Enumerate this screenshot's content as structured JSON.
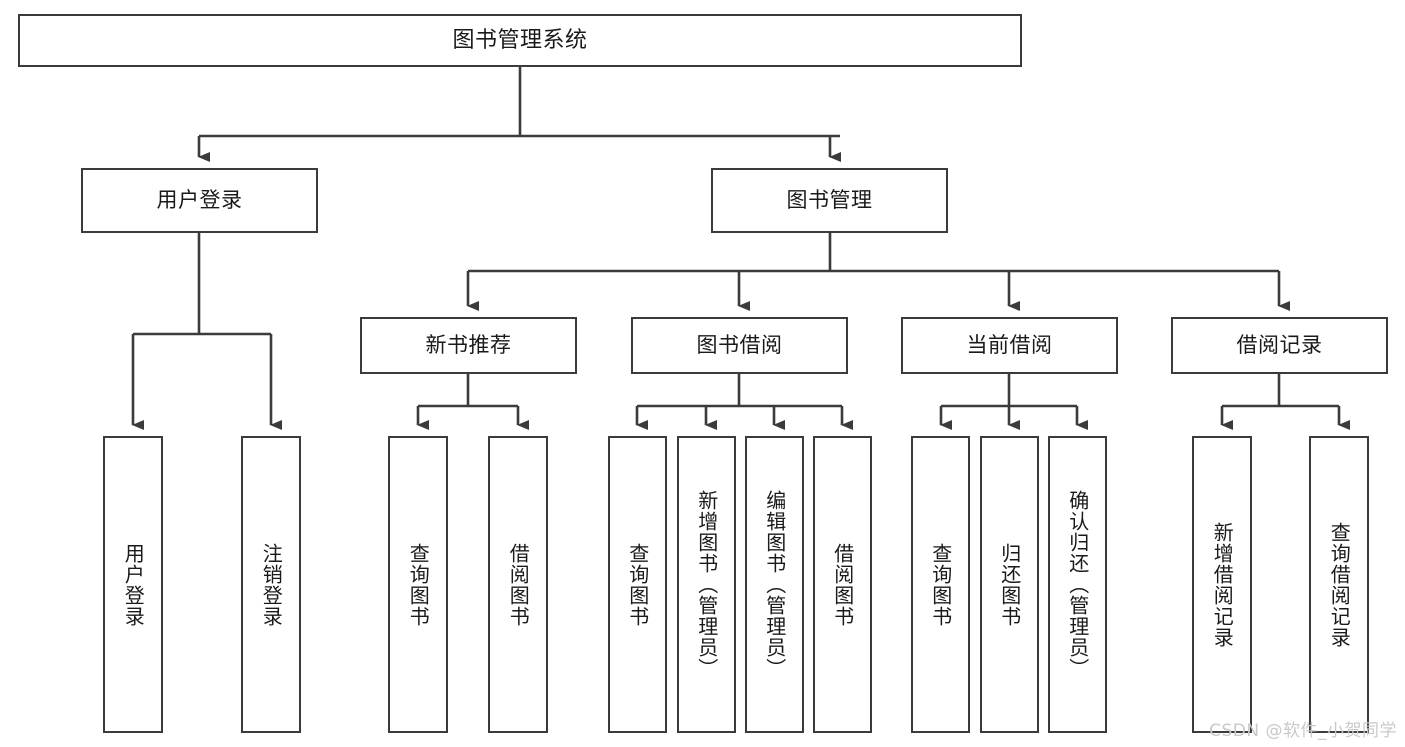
{
  "diagram": {
    "title": "图书管理系统",
    "type": "hierarchy-tree",
    "watermark": "CSDN @软件_小贺同学",
    "colors": {
      "box_border": "#3b3b3b",
      "box_fill": "#ffffff",
      "connector": "#3b3b3b",
      "text": "#1a1a1a",
      "watermark": "#c9c9c9",
      "background": "#ffffff"
    },
    "levels": {
      "level1": [
        {
          "id": "root",
          "label": "图书管理系统"
        }
      ],
      "level2": [
        {
          "id": "user-login",
          "label": "用户登录"
        },
        {
          "id": "book-management",
          "label": "图书管理"
        }
      ],
      "level3": [
        {
          "id": "new-book-recommend",
          "label": "新书推荐",
          "parent": "book-management"
        },
        {
          "id": "book-borrow",
          "label": "图书借阅",
          "parent": "book-management"
        },
        {
          "id": "current-borrow",
          "label": "当前借阅",
          "parent": "book-management"
        },
        {
          "id": "borrow-record",
          "label": "借阅记录",
          "parent": "book-management"
        }
      ],
      "level4": [
        {
          "id": "leaf-user-login",
          "label": "用户登录",
          "parent": "user-login"
        },
        {
          "id": "leaf-logout-login",
          "label": "注销登录",
          "parent": "user-login"
        },
        {
          "id": "leaf-query-book-1",
          "label": "查询图书",
          "parent": "new-book-recommend"
        },
        {
          "id": "leaf-borrow-book-1",
          "label": "借阅图书",
          "parent": "new-book-recommend"
        },
        {
          "id": "leaf-query-book-2",
          "label": "查询图书",
          "parent": "book-borrow"
        },
        {
          "id": "leaf-add-book",
          "label": "新增图书（管理员）",
          "parent": "book-borrow"
        },
        {
          "id": "leaf-edit-book",
          "label": "编辑图书（管理员）",
          "parent": "book-borrow"
        },
        {
          "id": "leaf-borrow-book-2",
          "label": "借阅图书",
          "parent": "book-borrow"
        },
        {
          "id": "leaf-query-book-3",
          "label": "查询图书",
          "parent": "current-borrow"
        },
        {
          "id": "leaf-return-book",
          "label": "归还图书",
          "parent": "current-borrow"
        },
        {
          "id": "leaf-confirm-return",
          "label": "确认归还（管理员）",
          "parent": "current-borrow"
        },
        {
          "id": "leaf-add-record",
          "label": "新增借阅记录",
          "parent": "borrow-record"
        },
        {
          "id": "leaf-query-record",
          "label": "查询借阅记录",
          "parent": "borrow-record"
        }
      ]
    }
  }
}
